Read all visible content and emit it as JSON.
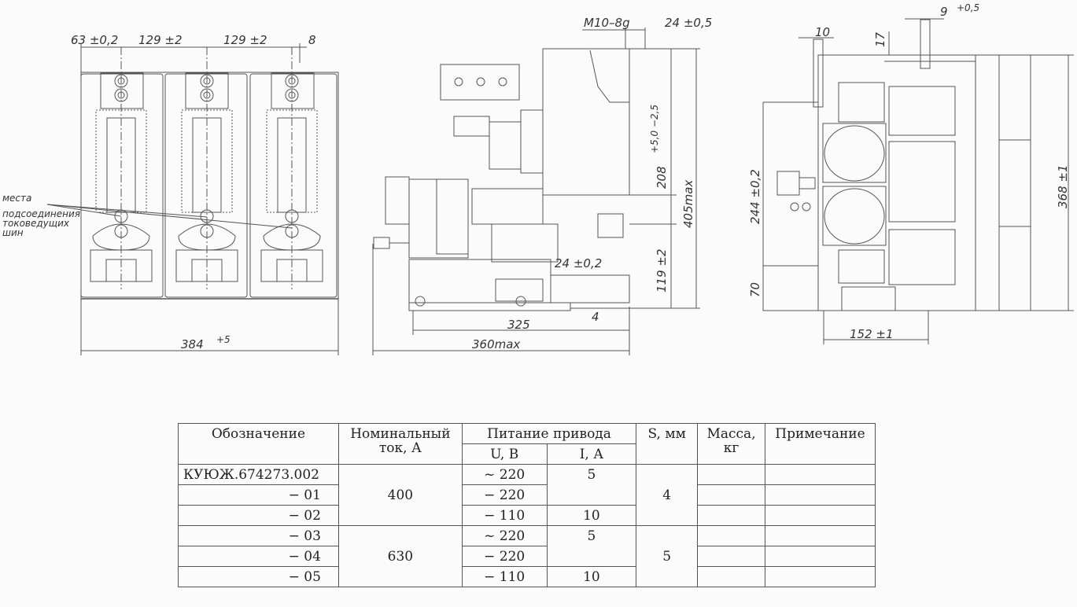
{
  "front_view": {
    "dims": {
      "d63": "63 ±0,2",
      "d129a": "129 ±2",
      "d129b": "129 ±2",
      "d8": "8",
      "d384": "384",
      "d384_tol": "+5"
    },
    "label": [
      "места",
      "подсоединения",
      "токоведущих",
      "шин"
    ]
  },
  "side_view": {
    "dims": {
      "thread": "M10–8g",
      "d24": "24 ±0,5",
      "d208": "208",
      "d208_tol": "+5,0 −2,5",
      "d405": "405max",
      "d119": "119 ±2",
      "d24b": "24 ±0,2",
      "d4": "4",
      "d325": "325",
      "d360": "360max"
    }
  },
  "rear_view": {
    "dims": {
      "d10": "10",
      "d17": "17",
      "d9": "9",
      "d9_tol": "+0,5",
      "d244": "244 ±0,2",
      "d70": "70",
      "d152": "152 ±1",
      "d368": "368 ±1"
    }
  },
  "table": {
    "headers": {
      "designation": "Обозначение",
      "current": "Номинальный ток, А",
      "supply": "Питание привода",
      "u": "U, В",
      "i": "I, А",
      "s": "S, мм",
      "mass": "Масса, кг",
      "note": "Примечание"
    },
    "rows": [
      {
        "designation": "КУЮЖ.674273.002",
        "u": "~ 220",
        "i": "5"
      },
      {
        "designation": "− 01",
        "u": "− 220"
      },
      {
        "designation": "− 02",
        "u": "− 110",
        "i": "10"
      },
      {
        "designation": "− 03",
        "u": "~ 220",
        "i": "5"
      },
      {
        "designation": "− 04",
        "u": "− 220"
      },
      {
        "designation": "− 05",
        "u": "− 110",
        "i": "10"
      }
    ],
    "groups": [
      {
        "current": "400",
        "s": "4"
      },
      {
        "current": "630",
        "s": "5"
      }
    ]
  }
}
